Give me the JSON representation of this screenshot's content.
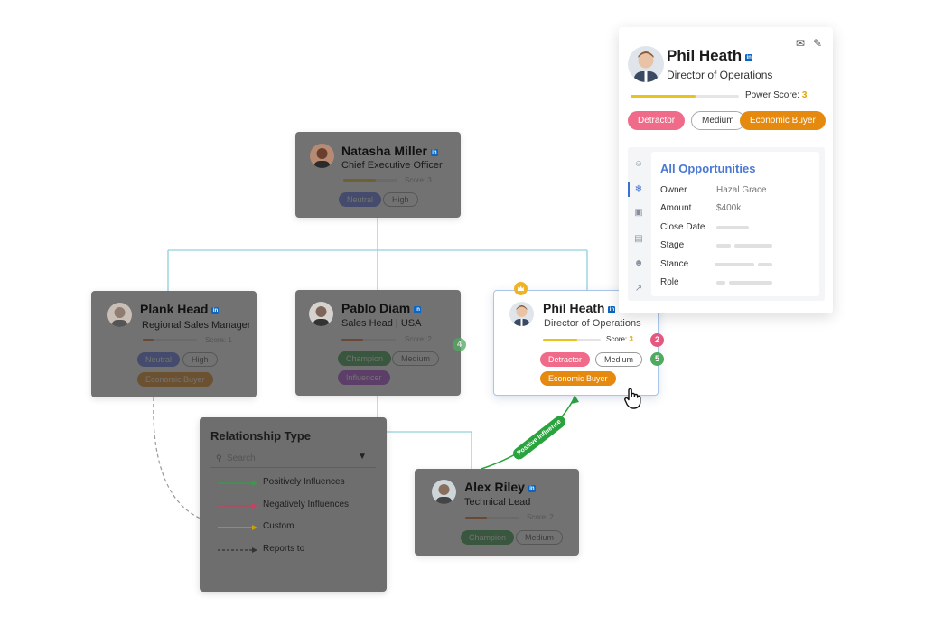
{
  "linkedin_glyph": "in",
  "cards": {
    "natasha": {
      "name": "Natasha Miller",
      "title": "Chief Executive Officer",
      "score_label": "Score:",
      "score_value": "3",
      "score": 0.6,
      "tags": [
        "Neutral",
        "High"
      ]
    },
    "plank": {
      "name": "Plank Head",
      "title": "Regional Sales Manager",
      "score_label": "Score:",
      "score_value": "1",
      "score": 0.2,
      "tags": [
        "Neutral",
        "High",
        "Economic Buyer"
      ]
    },
    "pablo": {
      "name": "Pablo Diam",
      "title": "Sales Head | USA",
      "score_label": "Score:",
      "score_value": "2",
      "score": 0.4,
      "tags": [
        "Champion",
        "Medium",
        "Influencer"
      ],
      "badge": "4"
    },
    "phil": {
      "name": "Phil Heath",
      "title": "Director of Operations",
      "score_label": "Score:",
      "score_value": "3",
      "score": 0.6,
      "tags": [
        "Detractor",
        "Medium",
        "Economic Buyer"
      ],
      "badges": [
        "2",
        "5"
      ]
    },
    "alex": {
      "name": "Alex Riley",
      "title": "Technical Lead",
      "score_label": "Score:",
      "score_value": "2",
      "score": 0.4,
      "tags": [
        "Champion",
        "Medium"
      ]
    }
  },
  "edge_label": "Positive Influence",
  "relationship_panel": {
    "title": "Relationship Type",
    "search_placeholder": "Search",
    "items": [
      {
        "label": "Positively Influences",
        "color": "#3a9a4a",
        "style": "solid"
      },
      {
        "label": "Negatively Influences",
        "color": "#c94060",
        "style": "solid"
      },
      {
        "label": "Custom",
        "color": "#c9a200",
        "style": "solid"
      },
      {
        "label": "Reports to",
        "color": "#333333",
        "style": "dashed"
      }
    ]
  },
  "detail": {
    "name": "Phil Heath",
    "title": "Director of Operations",
    "power_label": "Power Score:",
    "power_value": "3",
    "power_score": 0.6,
    "tags": [
      "Detractor",
      "Medium",
      "Economic Buyer"
    ],
    "opportunities_title": "All Opportunities",
    "fields": [
      {
        "key": "Owner",
        "value": "Hazal Grace"
      },
      {
        "key": "Amount",
        "value": "$400k"
      },
      {
        "key": "Close Date",
        "value": ""
      },
      {
        "key": "Stage",
        "value": ""
      },
      {
        "key": "Stance",
        "value": ""
      },
      {
        "key": "Role",
        "value": ""
      }
    ]
  },
  "colors": {
    "neutral": "#5b73e8",
    "champion": "#2f9e44",
    "influencer": "#b044d9",
    "detractor": "#f06b8a",
    "economic_buyer": "#e6890f",
    "badge_pink": "#e4577f",
    "badge_green": "#4daa5e",
    "score_yellow": "#e9c31d",
    "score_orange": "#e06a2a",
    "connector": "#8fd0dc",
    "accent_blue": "#4a78d3"
  }
}
